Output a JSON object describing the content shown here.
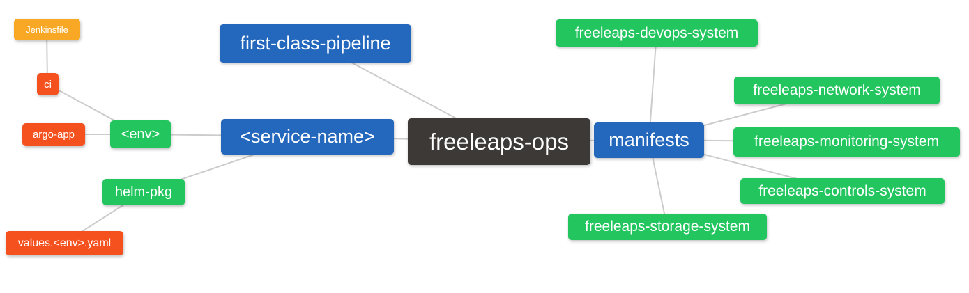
{
  "diagram_type": "mindmap",
  "colors": {
    "root": "#3C3937",
    "level1": "#2468BE",
    "level2": "#22C55E",
    "level3": "#F4511E",
    "level4": "#F9A825",
    "edge": "#CCCCCC",
    "text": "#FFFFFF"
  },
  "nodes": {
    "root": {
      "label": "freeleaps-ops"
    },
    "pipeline": {
      "label": "first-class-pipeline"
    },
    "service": {
      "label": "<service-name>"
    },
    "manifests": {
      "label": "manifests"
    },
    "env": {
      "label": "<env>"
    },
    "helm": {
      "label": "helm-pkg"
    },
    "ci": {
      "label": "ci"
    },
    "argo": {
      "label": "argo-app"
    },
    "jenkinsfile": {
      "label": "Jenkinsfile"
    },
    "values": {
      "label": "values.<env>.yaml"
    },
    "devops": {
      "label": "freeleaps-devops-system"
    },
    "network": {
      "label": "freeleaps-network-system"
    },
    "monitoring": {
      "label": "freeleaps-monitoring-system"
    },
    "controls": {
      "label": "freeleaps-controls-system"
    },
    "storage": {
      "label": "freeleaps-storage-system"
    }
  },
  "edges": [
    [
      "freeleaps-ops",
      "first-class-pipeline"
    ],
    [
      "freeleaps-ops",
      "<service-name>"
    ],
    [
      "freeleaps-ops",
      "manifests"
    ],
    [
      "<service-name>",
      "<env>"
    ],
    [
      "<service-name>",
      "helm-pkg"
    ],
    [
      "<env>",
      "ci"
    ],
    [
      "<env>",
      "argo-app"
    ],
    [
      "ci",
      "Jenkinsfile"
    ],
    [
      "helm-pkg",
      "values.<env>.yaml"
    ],
    [
      "manifests",
      "freeleaps-devops-system"
    ],
    [
      "manifests",
      "freeleaps-network-system"
    ],
    [
      "manifests",
      "freeleaps-monitoring-system"
    ],
    [
      "manifests",
      "freeleaps-controls-system"
    ],
    [
      "manifests",
      "freeleaps-storage-system"
    ]
  ]
}
